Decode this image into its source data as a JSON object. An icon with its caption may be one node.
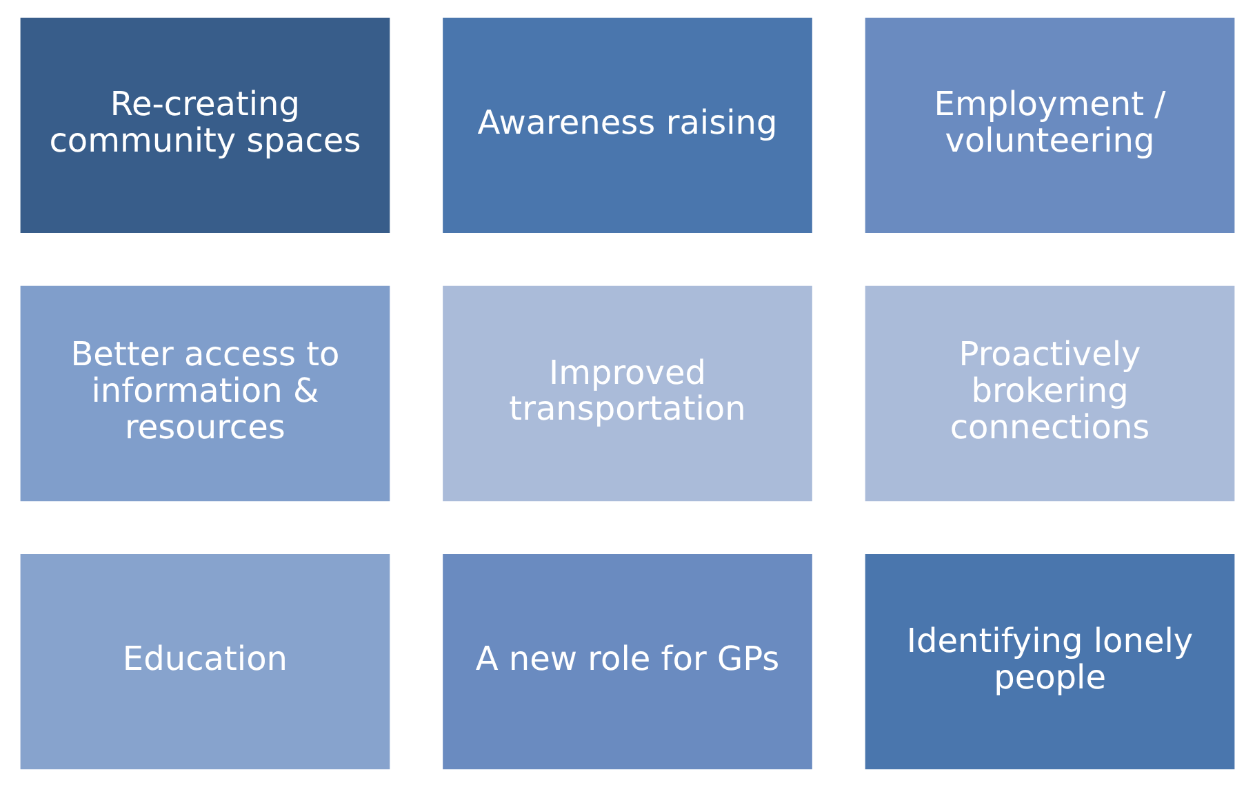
{
  "diagram": {
    "nodes": [
      {
        "text": [
          "Re-creating community spaces"
        ]
      },
      {
        "text": [
          "Awareness raising"
        ]
      },
      {
        "text": [
          "Employment / volunteering"
        ]
      },
      {
        "text": [
          "Better access to information & resources"
        ]
      },
      {
        "text": [
          "Improved transportation"
        ]
      },
      {
        "text": [
          "Proactively brokering connections"
        ]
      },
      {
        "text": [
          "Education"
        ]
      },
      {
        "text": [
          "A new role for GPs"
        ]
      },
      {
        "text": [
          "Identifying lonely people"
        ]
      }
    ]
  }
}
